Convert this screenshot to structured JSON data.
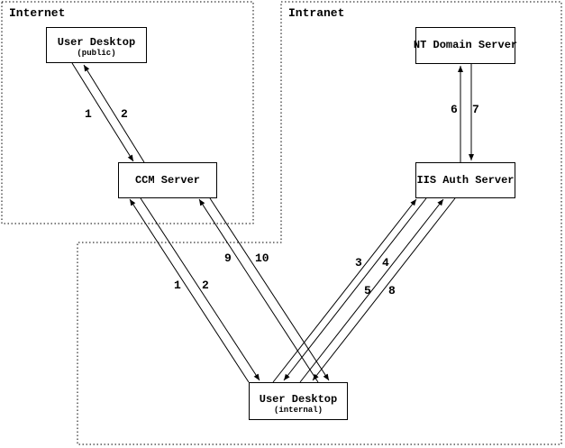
{
  "regions": {
    "internet": "Internet",
    "intranet": "Intranet"
  },
  "nodes": {
    "user_desktop_public": {
      "label": "User Desktop",
      "sublabel": "(public)"
    },
    "nt_domain_server": {
      "label": "NT Domain Server"
    },
    "ccm_server": {
      "label": "CCM Server"
    },
    "iis_auth_server": {
      "label": "IIS Auth Server"
    },
    "user_desktop_internal": {
      "label": "User Desktop",
      "sublabel": "(internal)"
    }
  },
  "steps": {
    "public_to_ccm": [
      "1",
      "2"
    ],
    "internal_to_ccm": [
      "1",
      "2"
    ],
    "ccm_alt": [
      "9",
      "10"
    ],
    "iis_pair_a": [
      "3",
      "4"
    ],
    "iis_pair_b": [
      "5",
      "8"
    ],
    "nt_to_iis": [
      "6",
      "7"
    ]
  }
}
